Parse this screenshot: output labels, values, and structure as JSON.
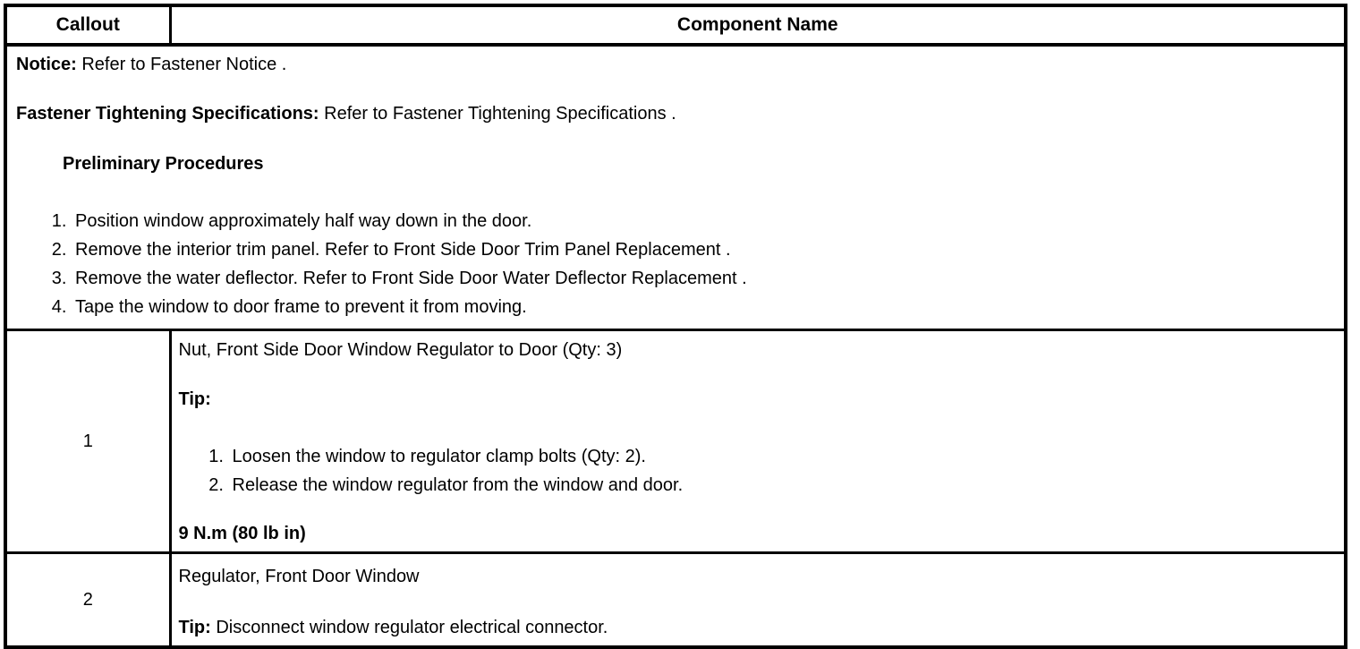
{
  "table": {
    "header": {
      "callout": "Callout",
      "component": "Component Name"
    },
    "notice_section": {
      "notice_label": "Notice:",
      "notice_text": " Refer to Fastener Notice .",
      "fastener_label": "Fastener Tightening Specifications:",
      "fastener_text": " Refer to Fastener Tightening Specifications .",
      "preliminary_heading": "Preliminary Procedures",
      "steps": [
        "Position window approximately half way down in the door.",
        "Remove the interior trim panel. Refer to Front Side Door Trim Panel Replacement .",
        "Remove the water deflector. Refer to Front Side Door Water Deflector Replacement .",
        "Tape the window to door frame to prevent it from moving."
      ]
    },
    "rows": [
      {
        "callout": "1",
        "component_name": "Nut, Front Side Door Window Regulator to Door (Qty: 3)",
        "tip_label": "Tip:",
        "tip_steps": [
          "Loosen the window to regulator clamp bolts (Qty: 2).",
          "Release the window regulator from the window and door."
        ],
        "torque": "9 N.m (80 lb in)"
      },
      {
        "callout": "2",
        "component_name": "Regulator, Front Door Window",
        "tip_label": "Tip:",
        "tip_text": " Disconnect window regulator electrical connector."
      }
    ]
  }
}
